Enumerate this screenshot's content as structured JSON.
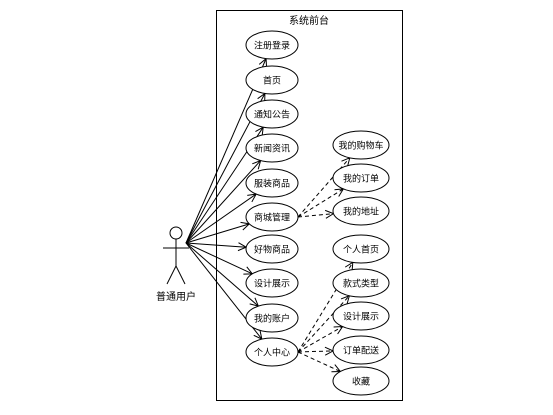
{
  "system": {
    "title": "系统前台"
  },
  "actor": {
    "label": "普通用户"
  },
  "use_cases": [
    {
      "id": "register_login",
      "label": "注册登录"
    },
    {
      "id": "home",
      "label": "首页"
    },
    {
      "id": "notice",
      "label": "通知公告"
    },
    {
      "id": "news",
      "label": "新闻资讯"
    },
    {
      "id": "clothing_goods",
      "label": "服装商品"
    },
    {
      "id": "mall_manage",
      "label": "商城管理"
    },
    {
      "id": "good_goods",
      "label": "好物商品"
    },
    {
      "id": "design_show",
      "label": "设计展示"
    },
    {
      "id": "my_account",
      "label": "我的账户"
    },
    {
      "id": "personal_center",
      "label": "个人中心"
    }
  ],
  "mall_children": [
    {
      "id": "cart",
      "label": "我的购物车"
    },
    {
      "id": "orders",
      "label": "我的订单"
    },
    {
      "id": "address",
      "label": "我的地址"
    }
  ],
  "personal_children": [
    {
      "id": "personal_home",
      "label": "个人首页"
    },
    {
      "id": "style_type",
      "label": "款式类型"
    },
    {
      "id": "design_show_2",
      "label": "设计展示"
    },
    {
      "id": "order_delivery",
      "label": "订单配送"
    },
    {
      "id": "favorites",
      "label": "收藏"
    }
  ]
}
